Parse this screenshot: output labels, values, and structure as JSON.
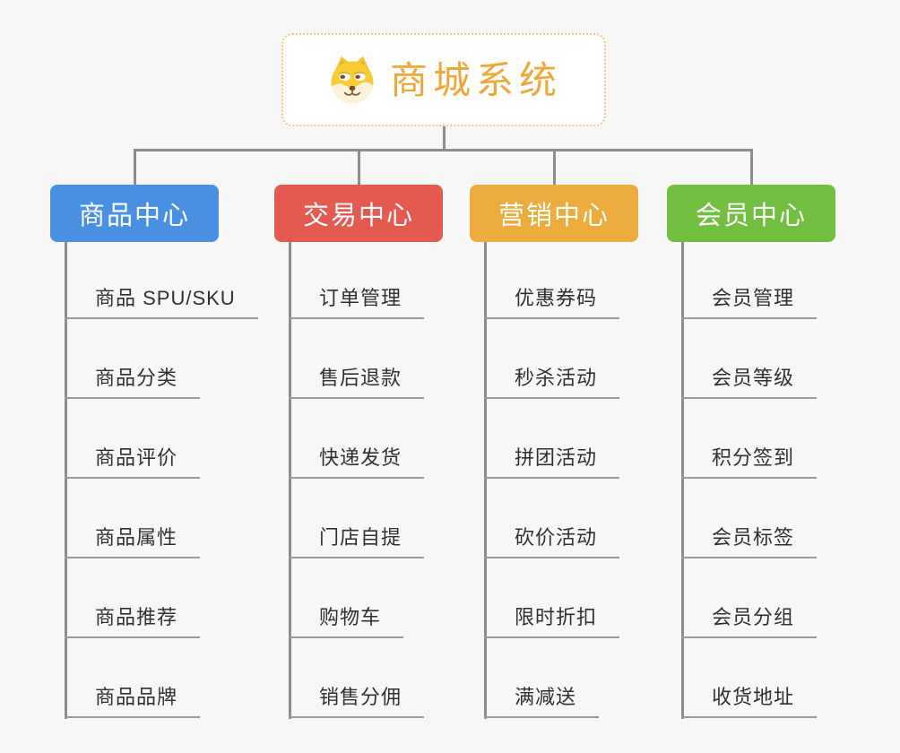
{
  "root": {
    "title": "商城系统",
    "icon": "doge-face-icon"
  },
  "branches": [
    {
      "label": "商品中心",
      "color": "#4a90e2",
      "children": [
        "商品 SPU/SKU",
        "商品分类",
        "商品评价",
        "商品属性",
        "商品推荐",
        "商品品牌"
      ]
    },
    {
      "label": "交易中心",
      "color": "#e55a50",
      "children": [
        "订单管理",
        "售后退款",
        "快递发货",
        "门店自提",
        "购物车",
        "销售分佣"
      ]
    },
    {
      "label": "营销中心",
      "color": "#edad3e",
      "children": [
        "优惠券码",
        "秒杀活动",
        "拼团活动",
        "砍价活动",
        "限时折扣",
        "满减送"
      ]
    },
    {
      "label": "会员中心",
      "color": "#72be41",
      "children": [
        "会员管理",
        "会员等级",
        "积分签到",
        "会员标签",
        "会员分组",
        "收货地址"
      ]
    }
  ],
  "colors": {
    "background": "#f7f7f7",
    "connector": "#8d8d8d",
    "underline": "#9a9a9a",
    "leaf_text": "#303030",
    "root_text": "#efa837",
    "root_border": "#f5c57a",
    "root_background": "#ffffff"
  }
}
